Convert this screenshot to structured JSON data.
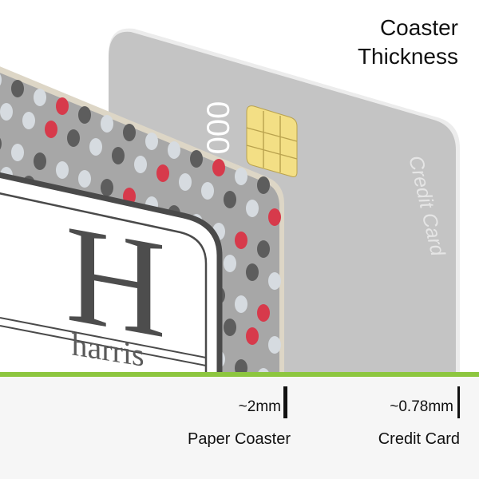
{
  "title": {
    "line1": "Coaster",
    "line2": "Thickness"
  },
  "credit_card": {
    "number_fragment": "000",
    "watermark": "Credit Card",
    "color": "#c4c4c4",
    "chip_color": "#f3df85"
  },
  "coaster": {
    "monogram_initial": "H",
    "monogram_name": "harris",
    "base_color": "#a7a7a7",
    "dot_colors": [
      "#d73a4b",
      "#d6dbe0",
      "#5d5d5d"
    ]
  },
  "measurements": {
    "coaster": {
      "value": "~2mm",
      "label": "Paper Coaster"
    },
    "card": {
      "value": "~0.78mm",
      "label": "Credit Card"
    }
  },
  "accent_color": "#8dc63f"
}
